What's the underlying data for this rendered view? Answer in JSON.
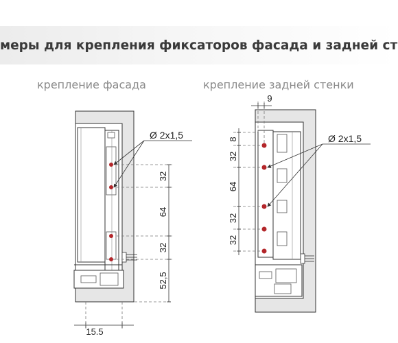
{
  "title": "меры для крепления фиксаторов фасада и задней стенки",
  "left_panel": {
    "heading": "крепление фасада",
    "hole_label": "Ø 2x1,5",
    "dims": [
      "32",
      "64",
      "32",
      "52,5",
      "15.5"
    ]
  },
  "right_panel": {
    "heading": "крепление задней стенки",
    "hole_label": "Ø 2x1,5",
    "dims": [
      "9",
      "8",
      "32",
      "64",
      "32",
      "32"
    ]
  },
  "colors": {
    "hole": "#b3262a",
    "line": "#333333",
    "panel": "#e6e6e6",
    "dash": "#777777"
  }
}
